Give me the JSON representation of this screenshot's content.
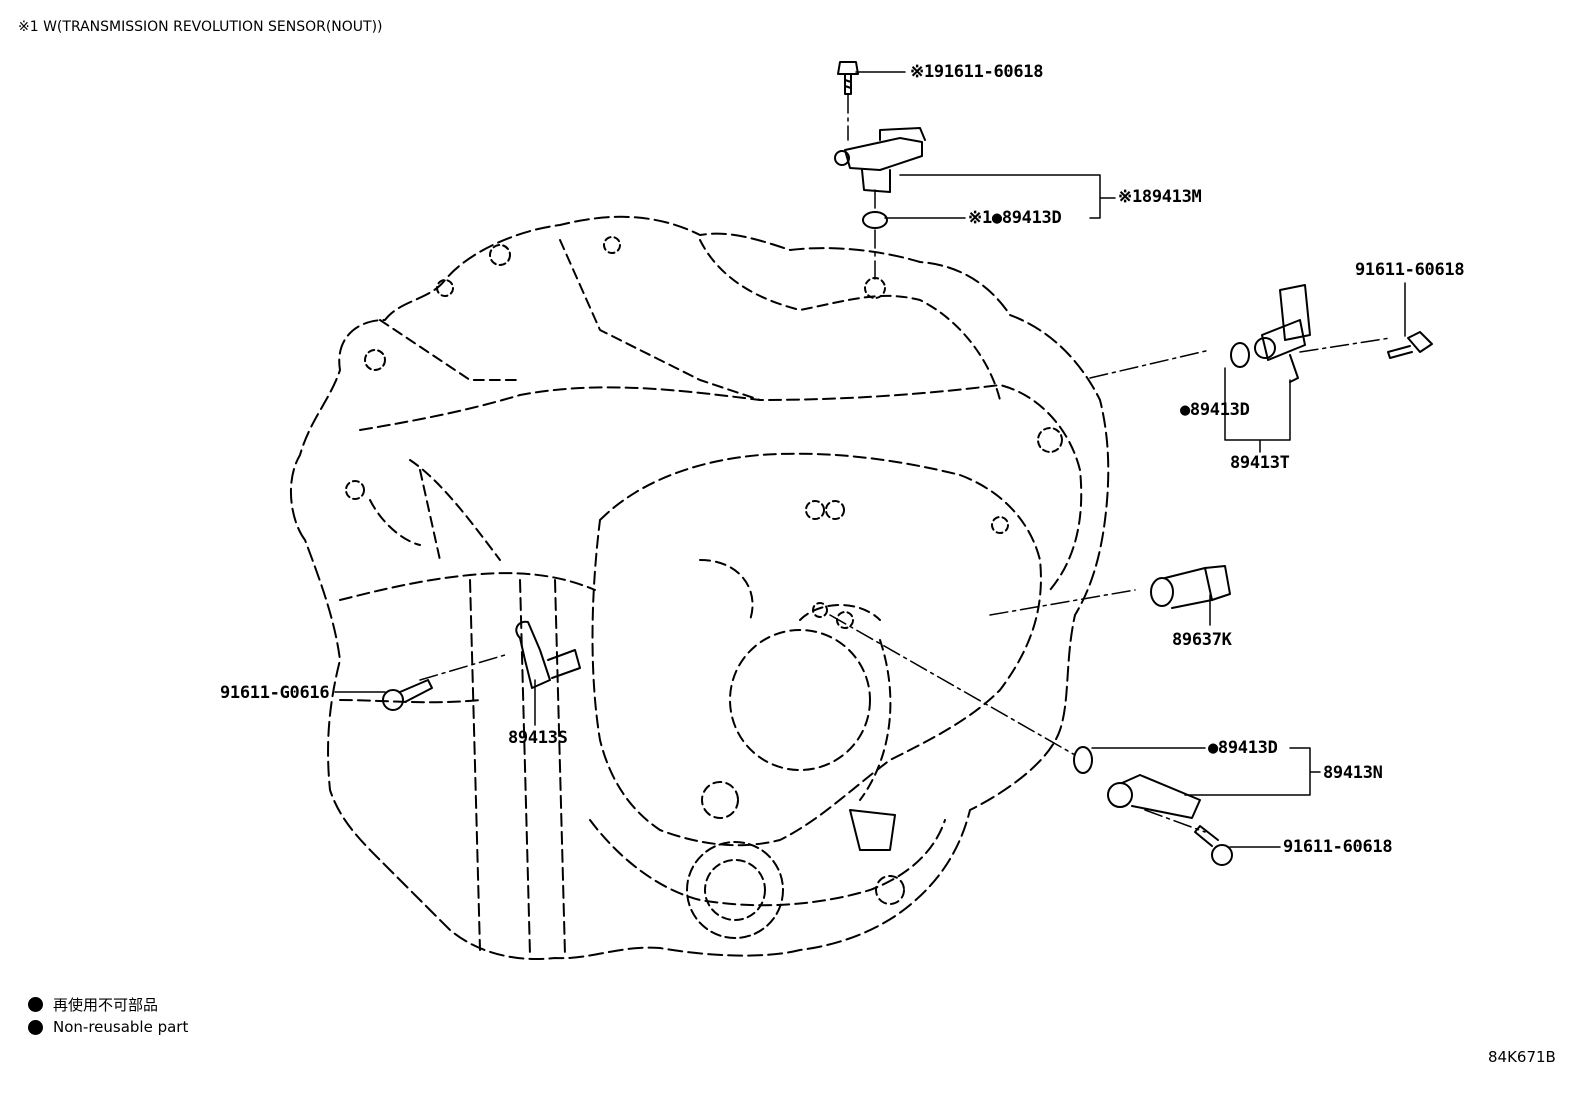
{
  "header_note": "※1 W(TRANSMISSION REVOLUTION SENSOR(NOUT))",
  "callouts": {
    "bolt_top": "※191611-60618",
    "sensor_nout": "※189413M",
    "oring_top": "※1●89413D",
    "bolt_right": "91611-60618",
    "oring_right": "●89413D",
    "sensor_t": "89413T",
    "switch_k": "89637K",
    "bolt_left": "91611-G0616",
    "sensor_s": "89413S",
    "oring_lower": "●89413D",
    "sensor_n": "89413N",
    "bolt_lower": "91611-60618"
  },
  "legend": {
    "jp": "再使用不可部品",
    "en": "Non-reusable part"
  },
  "figure_code": "84K671B"
}
